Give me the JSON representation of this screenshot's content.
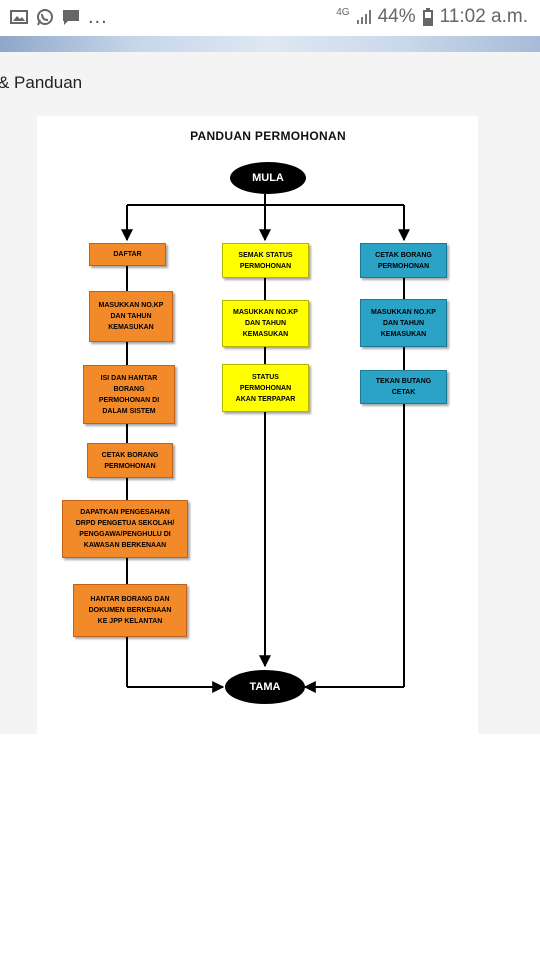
{
  "status_bar": {
    "left_icons": [
      "image-icon",
      "whatsapp-icon",
      "message-icon"
    ],
    "overflow": "...",
    "network": "4G",
    "battery": "44%",
    "time": "11:02 a.m."
  },
  "page": {
    "heading": "& Panduan"
  },
  "flowchart": {
    "title": "PANDUAN PERMOHONAN",
    "start": "MULA",
    "end": "TAMA",
    "col1": [
      "DAFTAR",
      "MASUKKAN NO.KP\nDAN TAHUN\nKEMASUKAN",
      "ISI DAN HANTAR\nBORANG\nPERMOHONAN DI\nDALAM SISTEM",
      "CETAK BORANG\nPERMOHONAN",
      "DAPATKAN PENGESAHAN\nDRPD PENGETUA SEKOLAH/\nPENGGAWA/PENGHULU DI\nKAWASAN BERKENAAN",
      "HANTAR BORANG DAN\nDOKUMEN BERKENAAN\nKE JPP KELANTAN"
    ],
    "col2": [
      "SEMAK STATUS\nPERMOHONAN",
      "MASUKKAN NO.KP\nDAN TAHUN\nKEMASUKAN",
      "STATUS\nPERMOHONAN\nAKAN TERPAPAR"
    ],
    "col3": [
      "CETAK BORANG\nPERMOHONAN",
      "MASUKKAN NO.KP\nDAN TAHUN\nKEMASUKAN",
      "TEKAN BUTANG\nCETAK"
    ],
    "colors": {
      "orange": "#f28a2a",
      "yellow": "#ffff00",
      "blue": "#2aa3c6"
    }
  }
}
